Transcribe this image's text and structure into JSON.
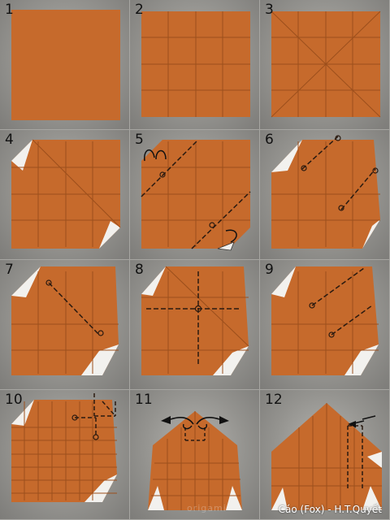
{
  "steps": [
    {
      "label": "1"
    },
    {
      "label": "2"
    },
    {
      "label": "3"
    },
    {
      "label": "4"
    },
    {
      "label": "5"
    },
    {
      "label": "6"
    },
    {
      "label": "7"
    },
    {
      "label": "8"
    },
    {
      "label": "9"
    },
    {
      "label": "10"
    },
    {
      "label": "11"
    },
    {
      "label": "12"
    }
  ],
  "credit": "Cáo (Fox) - H.T.Quyết",
  "watermark": "origami",
  "colors": {
    "paper": "#c66a2c",
    "paper_dark": "#a9551f",
    "paper_white": "#f2f1ee",
    "background": "#9a9995",
    "fold_line": "#2a1a10"
  }
}
